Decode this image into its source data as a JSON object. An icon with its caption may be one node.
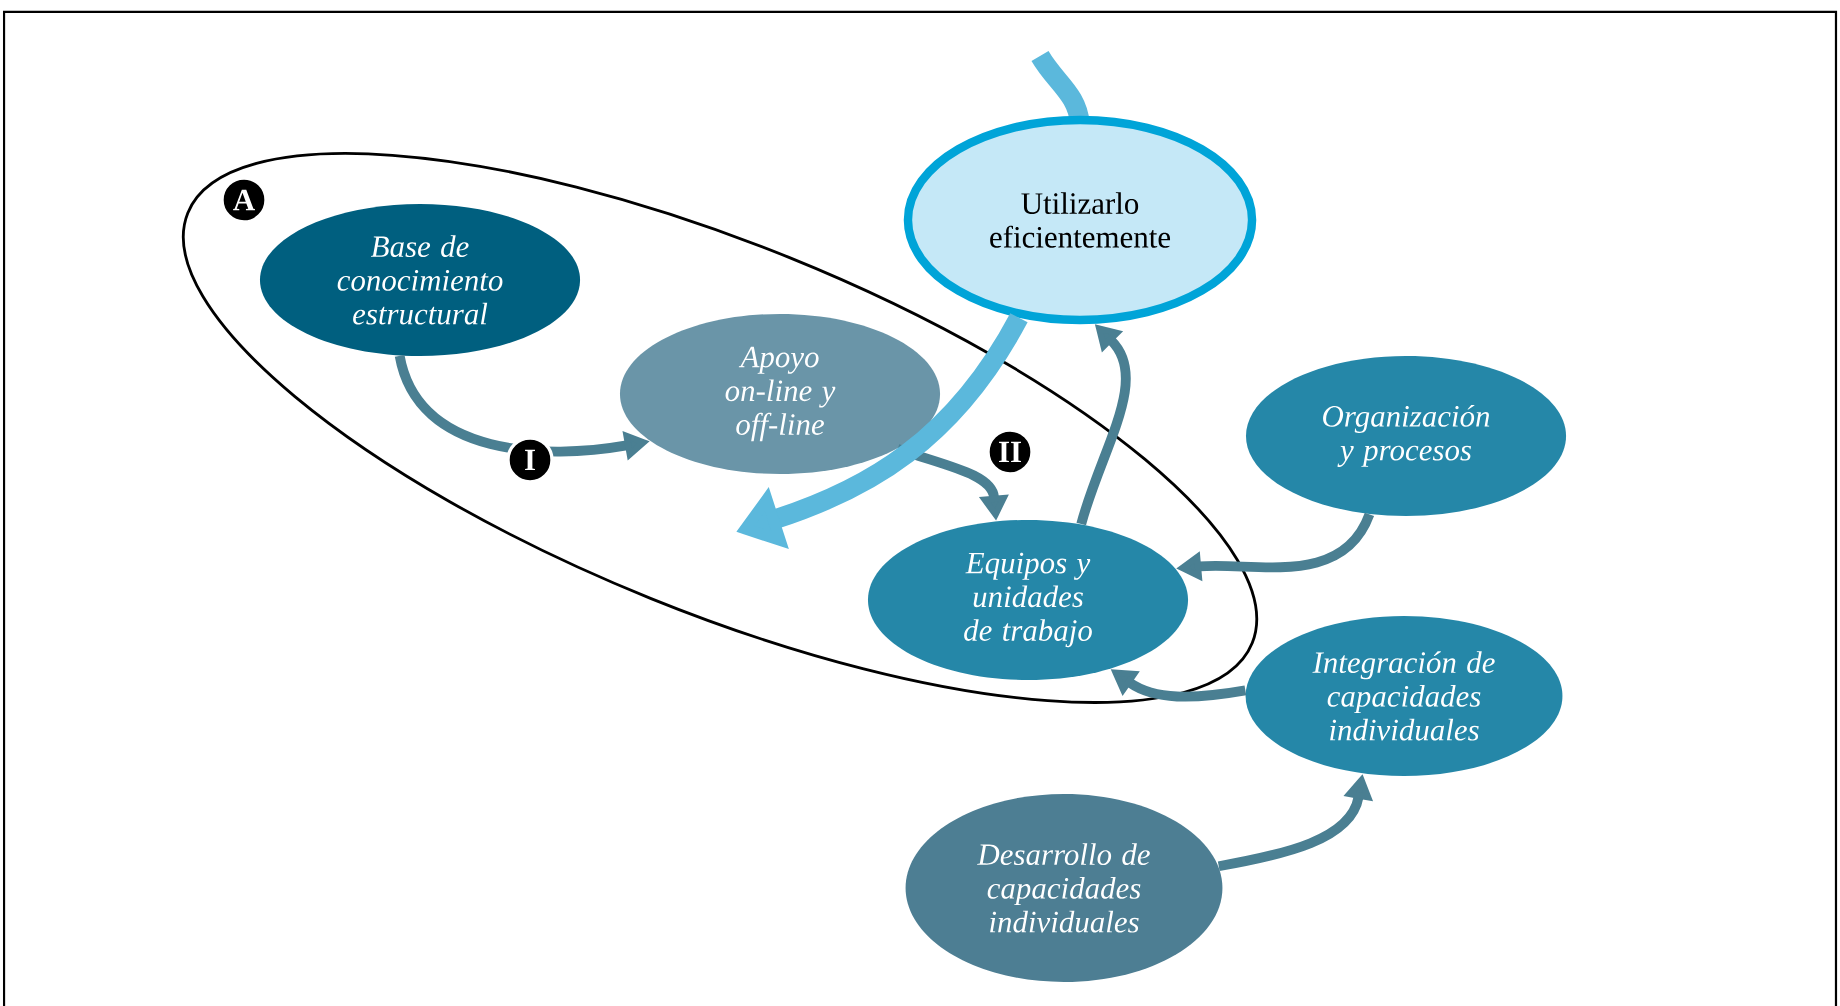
{
  "diagram": {
    "nodes": [
      {
        "text": [
          "Base de conocimiento estructural"
        ],
        "beside": [
          "A"
        ]
      },
      {
        "text": [
          "Apoyo on-line y off-line"
        ]
      },
      {
        "text": [
          "Utilizarlo eficientemente"
        ]
      },
      {
        "text": [
          "Equipos y unidades de trabajo"
        ]
      },
      {
        "text": [
          "Organización y procesos"
        ]
      },
      {
        "text": [
          "Integración de capacidades individuales"
        ]
      },
      {
        "text": [
          "Desarrollo de capacidades individuales"
        ]
      }
    ],
    "edges": [
      {
        "from": 0,
        "to": 1,
        "arrow": "to",
        "label": "I"
      },
      {
        "from": 1,
        "to": 3,
        "arrow": "to",
        "label": "II"
      },
      {
        "from": 3,
        "to": 2,
        "arrow": "to"
      },
      {
        "from": 4,
        "to": 3,
        "arrow": "to"
      },
      {
        "from": 5,
        "to": 3,
        "arrow": "to"
      },
      {
        "from": 6,
        "to": 5,
        "arrow": "to"
      },
      {
        "from": 2,
        "to": null,
        "arrow": "to",
        "style": "thick",
        "color": "#5bb8dc"
      }
    ]
  }
}
